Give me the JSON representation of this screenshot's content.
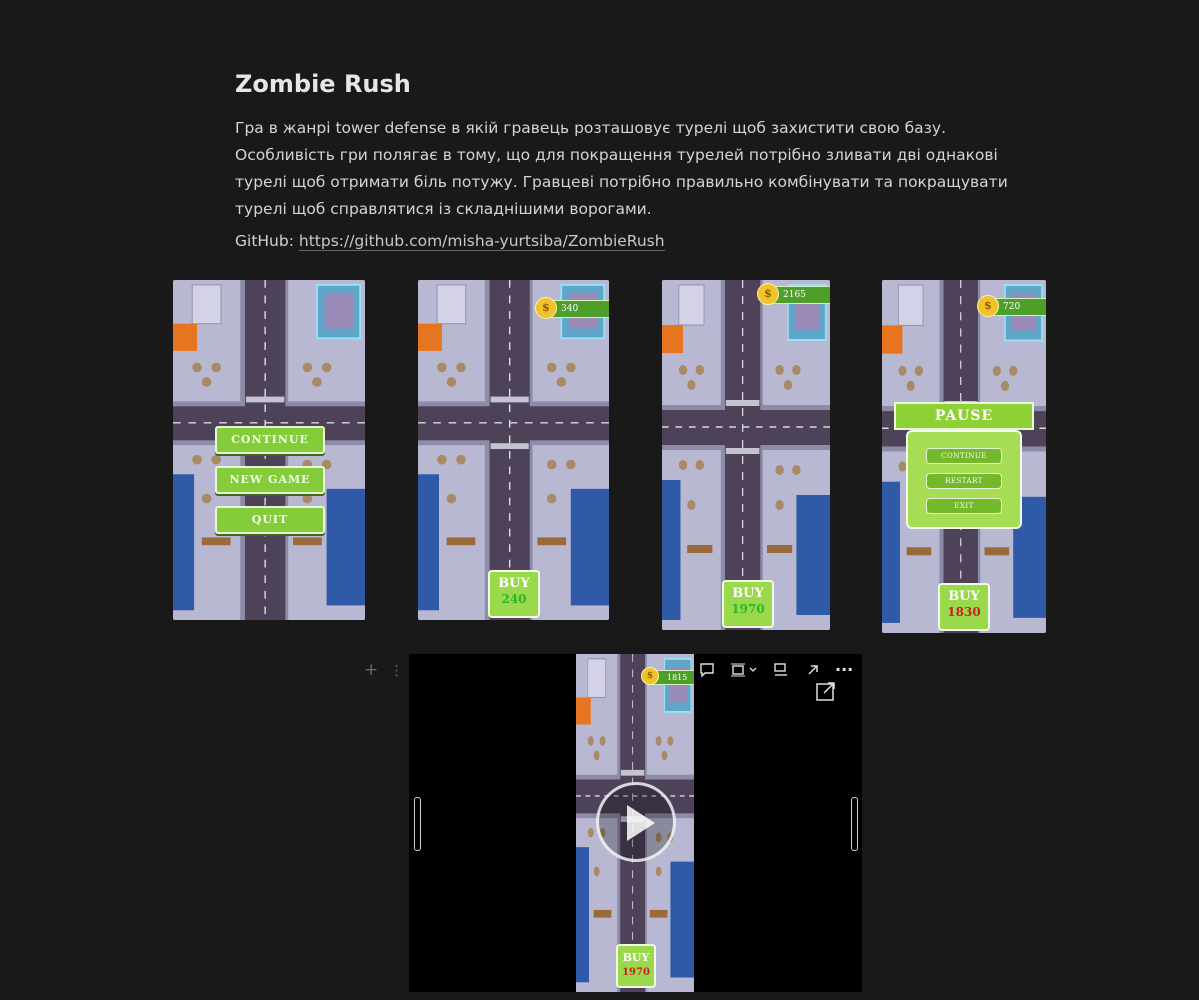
{
  "page": {
    "title": "Zombie Rush",
    "description": "Гра в жанрі tower defense в якій гравець розташовує турелі щоб захистити свою базу. Особливість гри полягає в тому, що для покращення турелей потрібно зливати дві однакові турелі щоб отримати біль потужу. Гравцеві потрібно правильно комбінувати та покращувати турелі щоб справлятися із складнішими ворогами.",
    "github_label": "GitHub:",
    "github_url": "https://github.com/misha-yurtsiba/ZombieRush"
  },
  "screens": {
    "menu": {
      "continue": "CONTINUE",
      "new_game": "NEW GAME",
      "quit": "QUIT"
    },
    "gameplay1": {
      "coins": "340",
      "buy": "BUY",
      "price": "240",
      "price_color": "#2bb52b"
    },
    "gameplay2": {
      "coins": "2165",
      "buy": "BUY",
      "price": "1970",
      "price_color": "#2bb52b"
    },
    "pause": {
      "coins": "720",
      "title": "PAUSE",
      "continue": "CONTINUE",
      "restart": "RESTART",
      "exit": "EXIT",
      "buy": "BUY",
      "price": "1830",
      "price_color": "#c82020"
    }
  },
  "video": {
    "coins": "1815",
    "buy": "BUY",
    "price": "1970",
    "price_color": "#c82020",
    "toolbar_icons": [
      "comment-icon",
      "align-icon",
      "caption-icon",
      "open-original-icon",
      "more-icon"
    ],
    "expand_icon": "expand-icon"
  },
  "colors": {
    "background": "#191919",
    "ui_green": "#84cc3a",
    "road": "#4a3f55",
    "sidewalk": "#b7b6cf"
  }
}
